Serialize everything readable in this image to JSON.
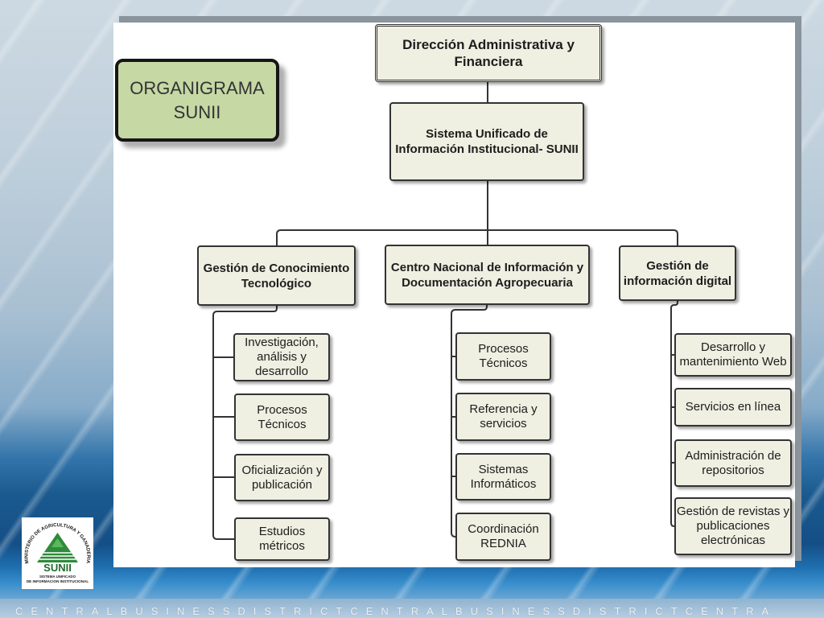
{
  "slide": {
    "title": {
      "lines": [
        "ORGANIGRAMA",
        "SUNII"
      ]
    },
    "footer_text": "CENTRALBUSINESSDISTRICTCENTRALBUSINESSDISTRICTCENTRA"
  },
  "logo": {
    "ring_text": "MINISTERIO DE AGRICULTURA Y GANADERIA",
    "brand": "SUNII",
    "caption": [
      "SISTEMA UNIFICADO",
      "DE INFORMACION INSTITUCIONAL"
    ]
  },
  "org": {
    "root": {
      "lines": [
        "Dirección Administrativa y",
        "Financiera"
      ]
    },
    "system": {
      "lines": [
        "Sistema Unificado de",
        "Información Institucional- SUNII"
      ]
    },
    "units": [
      {
        "lines": [
          "Gestión de Conocimiento",
          "Tecnológico"
        ],
        "children": [
          {
            "lines": [
              "Investigación,",
              "análisis y",
              "desarrollo"
            ]
          },
          {
            "lines": [
              "Procesos",
              "Técnicos"
            ]
          },
          {
            "lines": [
              "Oficialización y",
              "publicación"
            ]
          },
          {
            "lines": [
              "Estudios",
              "métricos"
            ]
          }
        ]
      },
      {
        "lines": [
          "Centro Nacional de Información y",
          "Documentación Agropecuaria"
        ],
        "children": [
          {
            "lines": [
              "Procesos",
              "Técnicos"
            ]
          },
          {
            "lines": [
              "Referencia y",
              "servicios"
            ]
          },
          {
            "lines": [
              "Sistemas",
              "Informáticos"
            ]
          },
          {
            "lines": [
              "Coordinación",
              "REDNIA"
            ]
          }
        ]
      },
      {
        "lines": [
          "Gestión de",
          "información digital"
        ],
        "children": [
          {
            "lines": [
              "Desarrollo y",
              "mantenimiento Web"
            ]
          },
          {
            "lines": [
              "Servicios en línea"
            ]
          },
          {
            "lines": [
              "Administración de",
              "repositorios"
            ]
          },
          {
            "lines": [
              "Gestión de revistas y",
              "publicaciones",
              "electrónicas"
            ]
          }
        ]
      }
    ]
  },
  "colors": {
    "panel": "#ffffff",
    "title_box": "#c6d8a4",
    "node_fill": "#efefe2",
    "node_border": "#333333",
    "connector": "#333333",
    "logo_green": "#2e8b3b"
  }
}
